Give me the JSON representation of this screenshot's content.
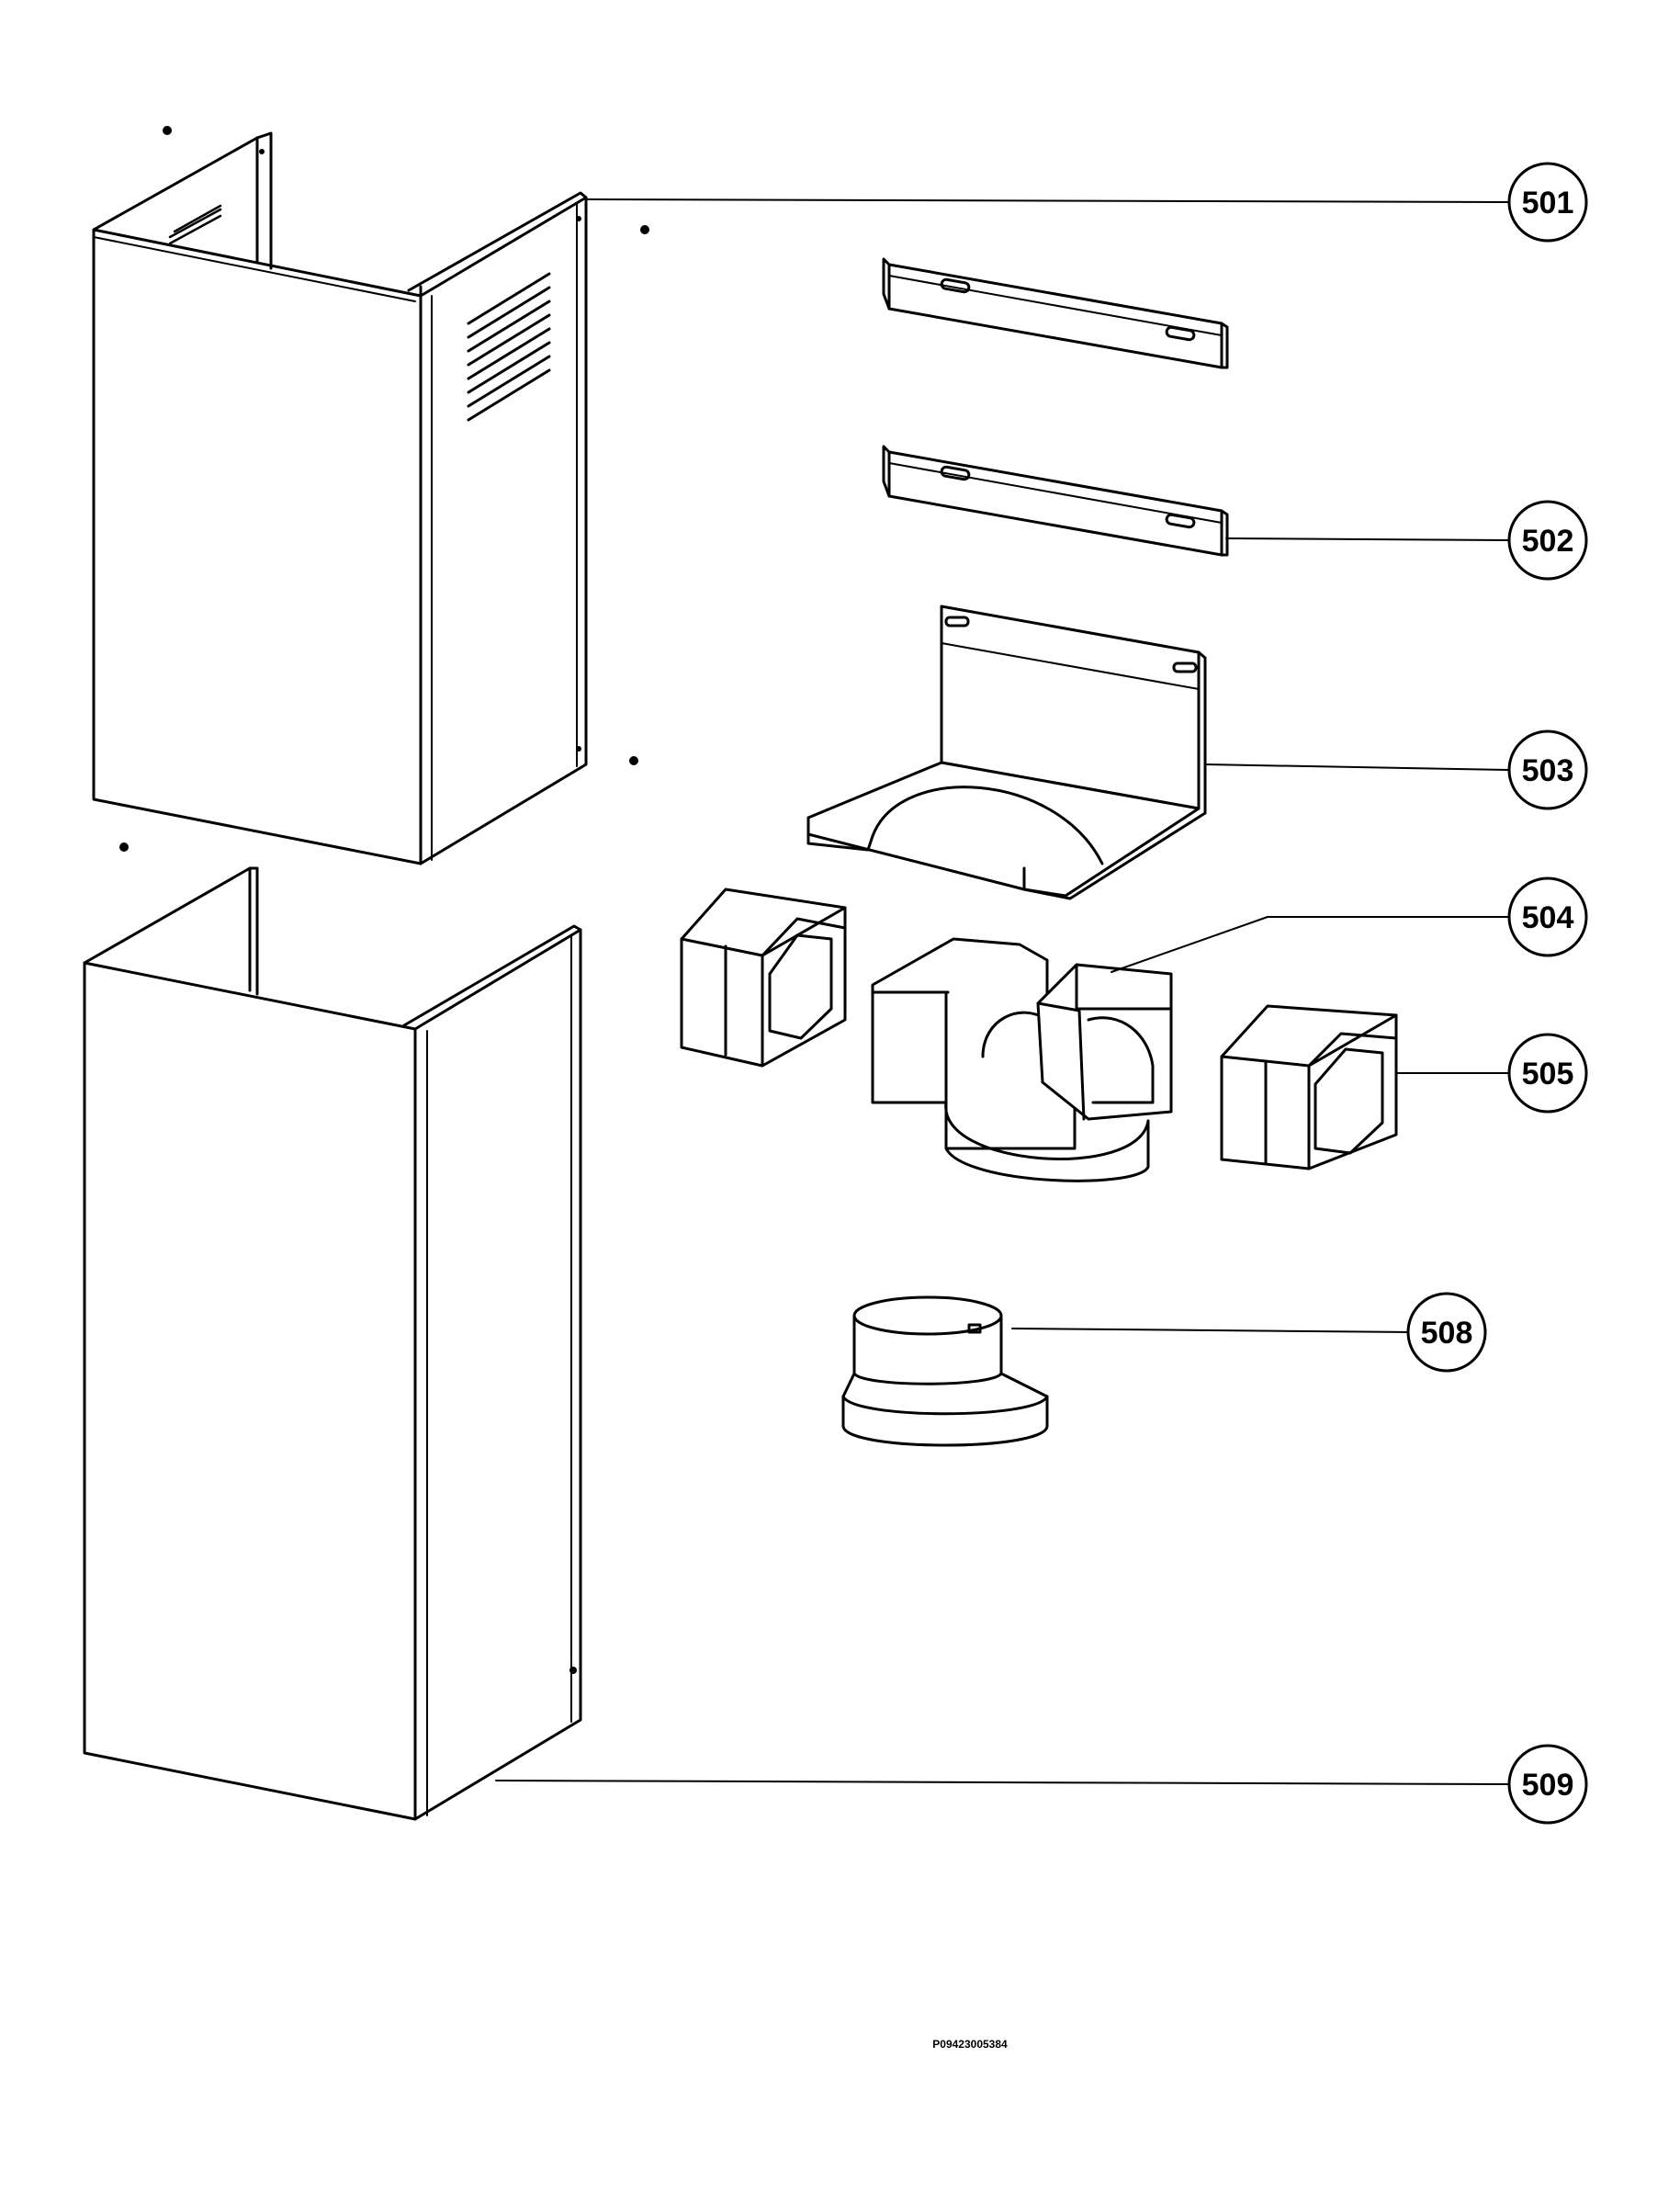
{
  "callouts": {
    "c501": "501",
    "c502": "502",
    "c503": "503",
    "c504": "504",
    "c505": "505",
    "c508": "508",
    "c509": "509"
  },
  "footer_code": "P09423005384"
}
